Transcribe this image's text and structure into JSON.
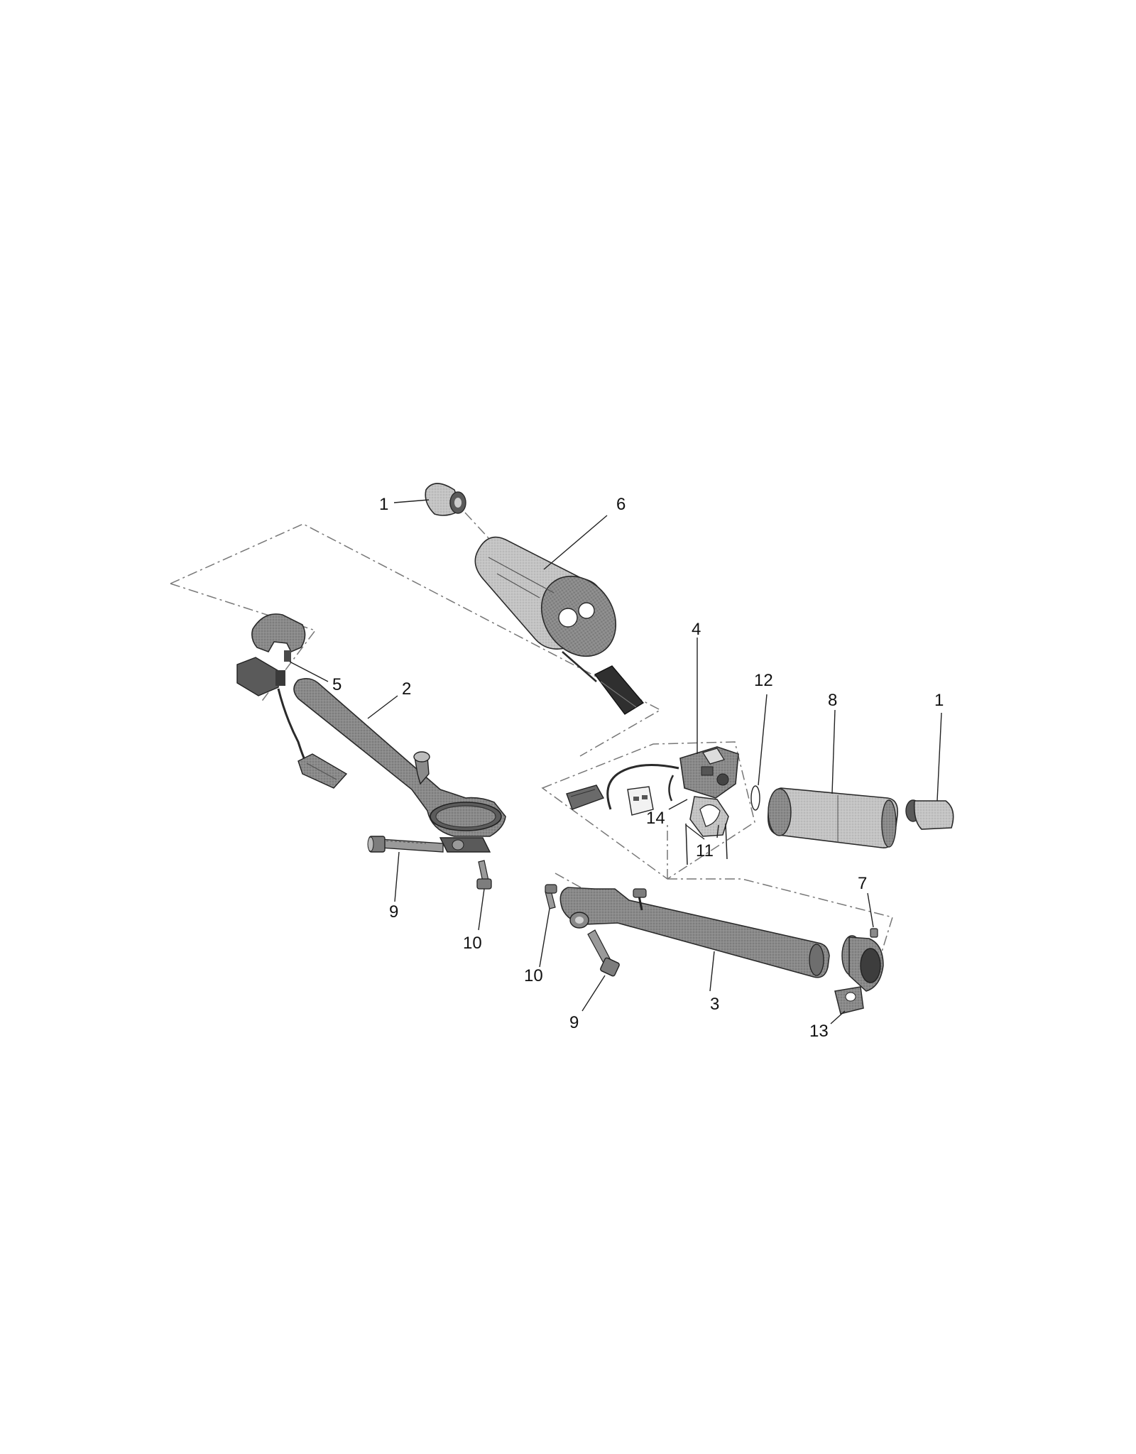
{
  "diagram": {
    "callouts": {
      "c1_top": "1",
      "c6": "6",
      "c4": "4",
      "c12": "12",
      "c8": "8",
      "c1_right": "1",
      "c5": "5",
      "c2": "2",
      "c14": "14",
      "c11": "11",
      "c7": "7",
      "c9_left": "9",
      "c10_left": "10",
      "c10_mid": "10",
      "c9_mid": "9",
      "c3": "3",
      "c13": "13"
    },
    "colors": {
      "part_fill": "#7d7d7d",
      "part_dark": "#3f3f3f",
      "part_light": "#b9b9b9",
      "line": "#222222",
      "dash_line": "#777777"
    }
  }
}
